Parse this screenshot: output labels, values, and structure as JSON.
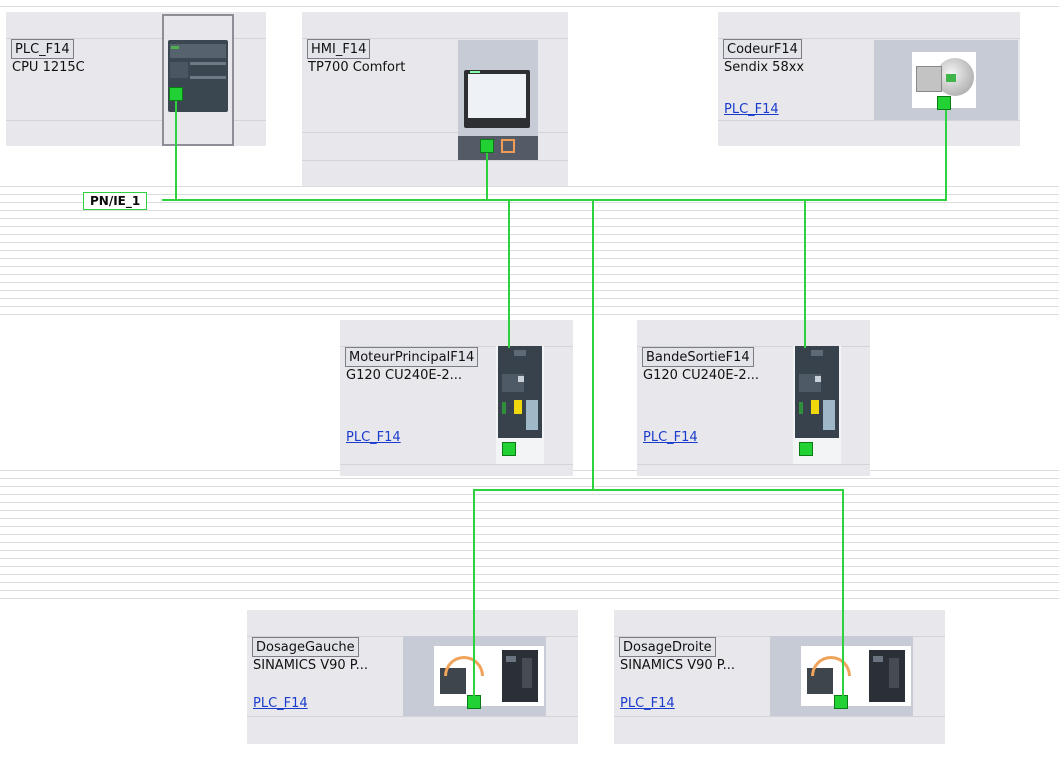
{
  "network": {
    "label": "PN/IE_1",
    "color": "#2ed13e"
  },
  "devices": [
    {
      "name": "PLC_F14",
      "type": "CPU 1215C"
    },
    {
      "name": "HMI_F14",
      "type": "TP700 Comfort"
    },
    {
      "name": "CodeurF14",
      "type": "Sendix 58xx",
      "link": "PLC_F14"
    },
    {
      "name": "MoteurPrincipalF14",
      "type": "G120 CU240E-2...",
      "link": "PLC_F14"
    },
    {
      "name": "BandeSortieF14",
      "type": "G120 CU240E-2...",
      "link": "PLC_F14"
    },
    {
      "name": "DosageGauche",
      "type": "SINAMICS V90 P...",
      "link": "PLC_F14"
    },
    {
      "name": "DosageDroite",
      "type": "SINAMICS V90 P...",
      "link": "PLC_F14"
    }
  ]
}
